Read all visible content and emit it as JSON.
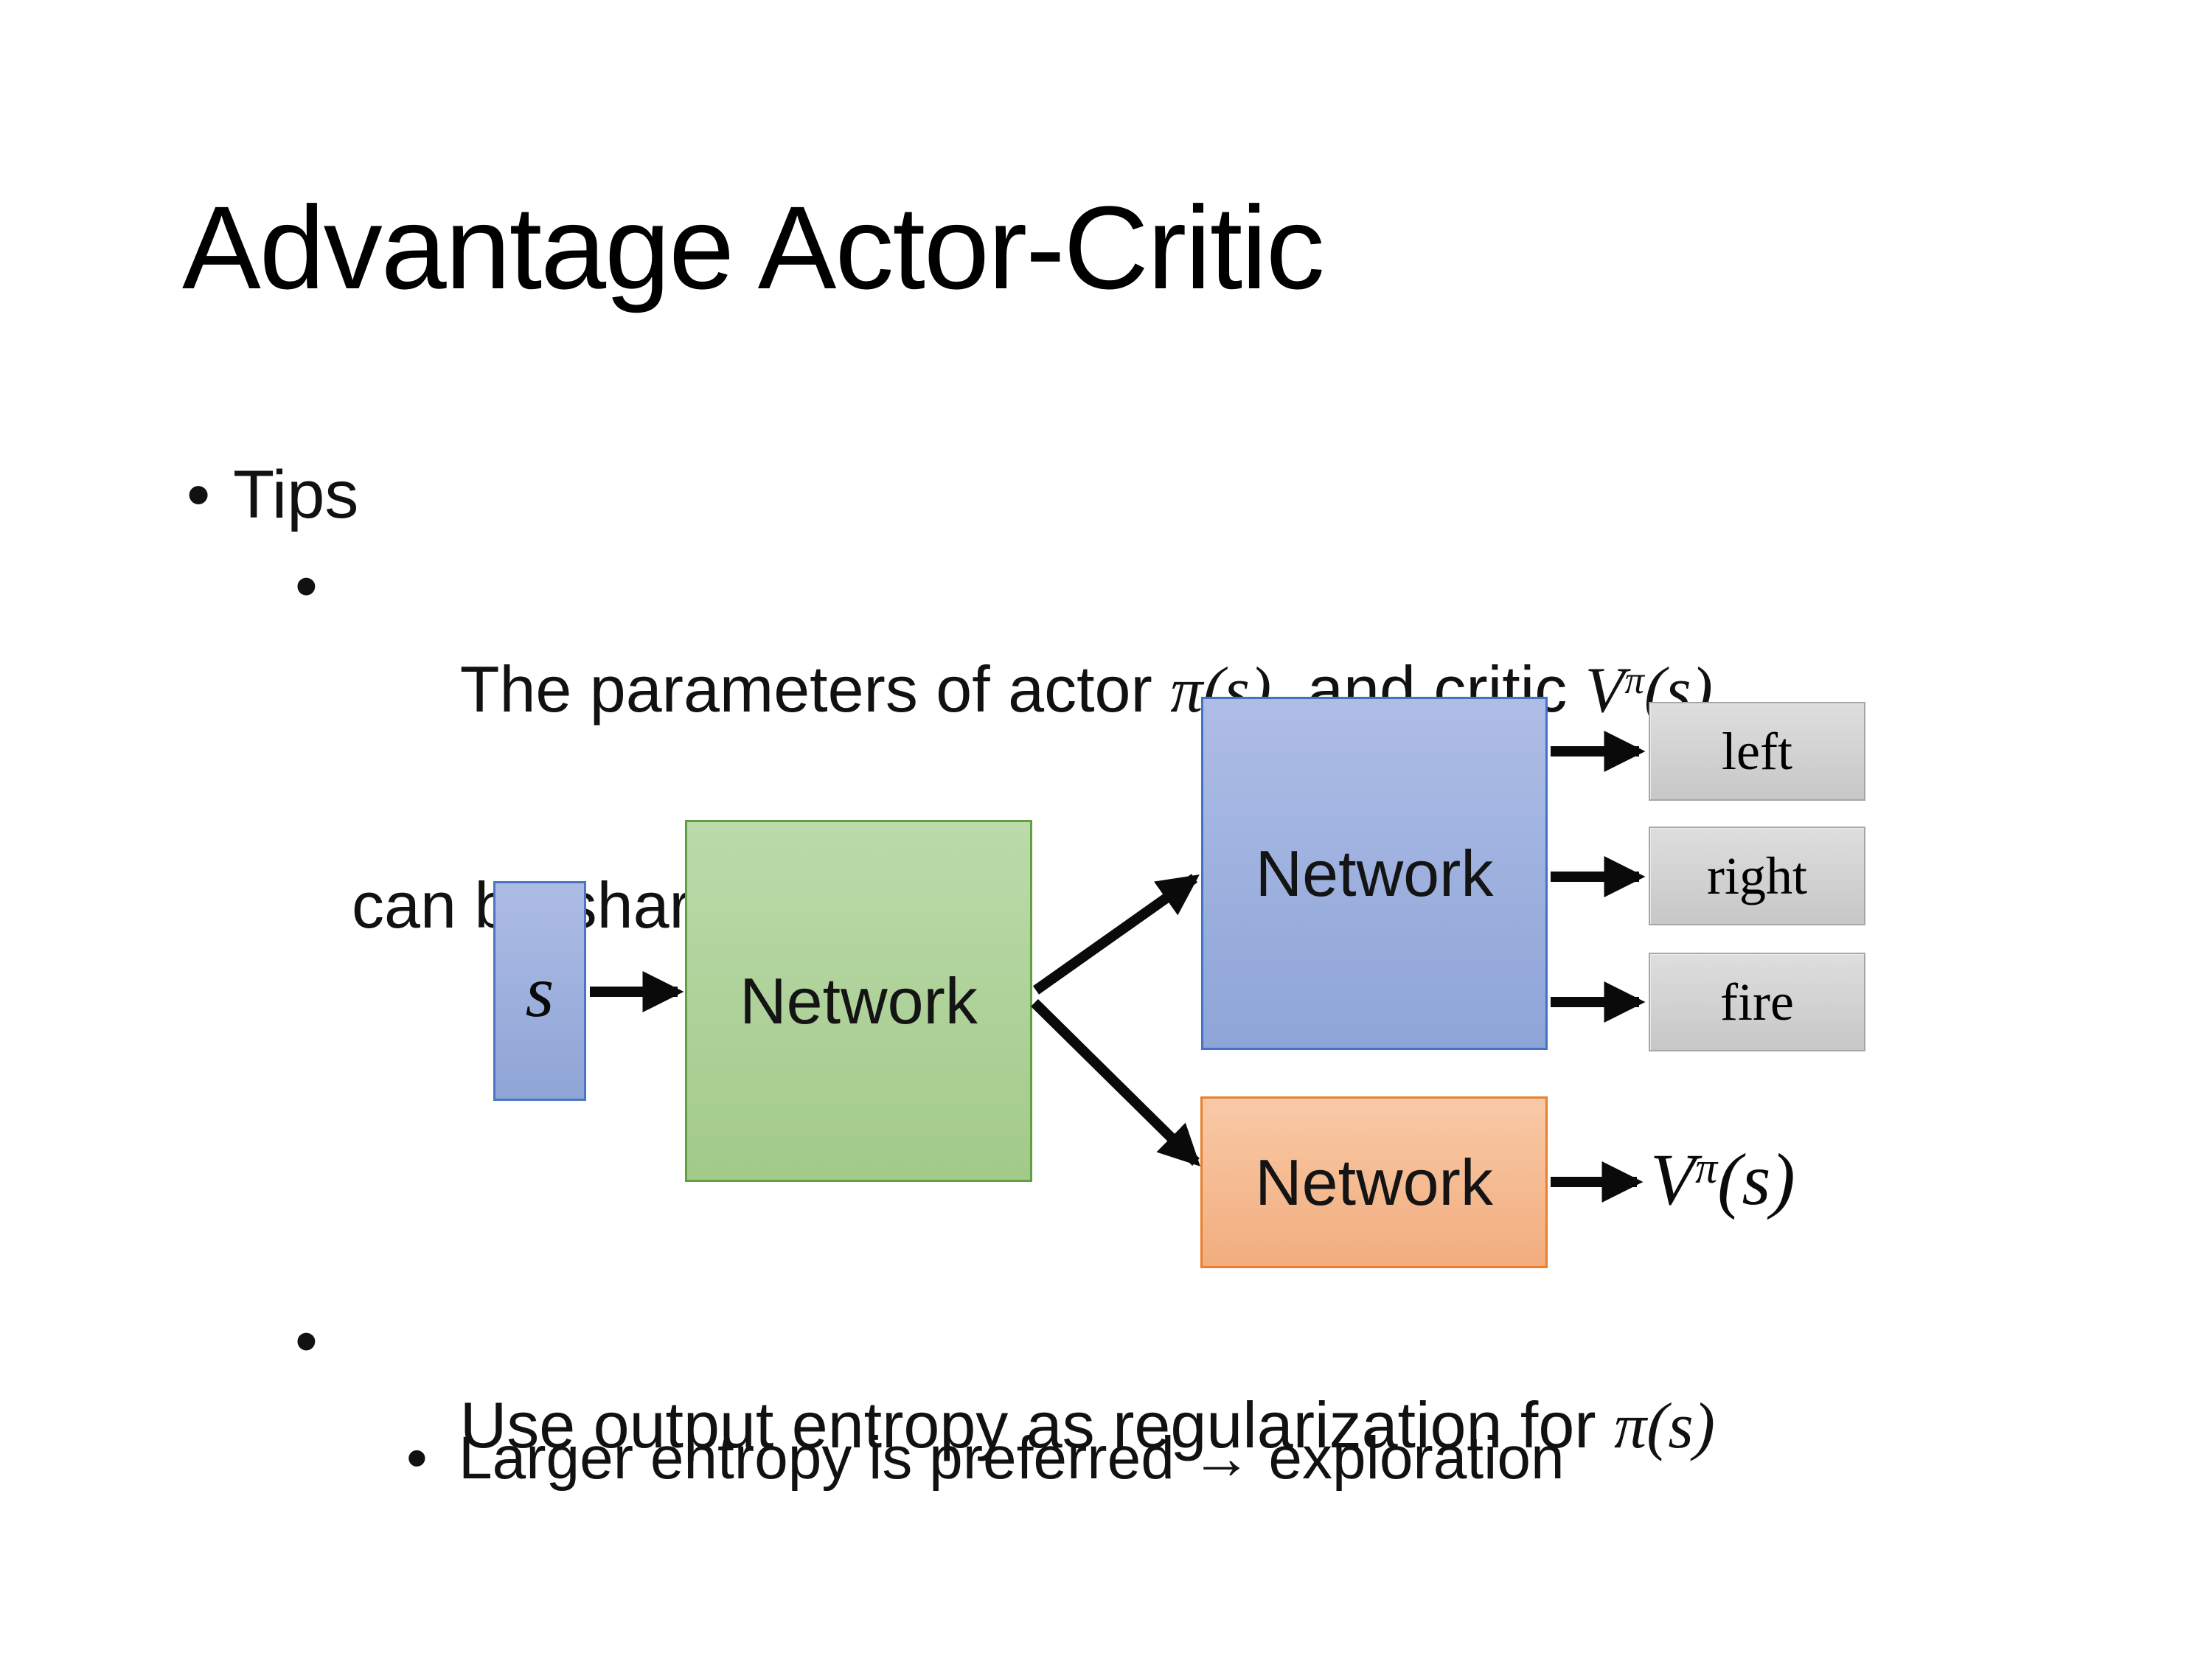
{
  "slide": {
    "title": "Advantage Actor-Critic",
    "bullet_char": "•",
    "bullets": {
      "tips_label": "Tips",
      "shared_line": {
        "t1": "The parameters of actor ",
        "pi_s": "π(s)",
        "t2": "  and critic ",
        "v": "V",
        "v_sup": "π",
        "v_args": "(s)",
        "line2": "can be shared"
      },
      "entropy_line": {
        "t1": "Use output entropy as regularization for ",
        "pi_s": "π(s)"
      },
      "exploration_line": "Larger entropy is preferred → exploration"
    },
    "diagram": {
      "input_label": "s",
      "shared_network_label": "Network",
      "actor_network_label": "Network",
      "critic_network_label": "Network",
      "actions": [
        "left",
        "right",
        "fire"
      ],
      "critic_output": {
        "v": "V",
        "sup": "π",
        "args": "(s)"
      }
    },
    "colors": {
      "input_fill": "#9FB3E0",
      "input_border": "#4B74C4",
      "shared_fill": "#ABCF93",
      "shared_border": "#61A03F",
      "actor_fill": "#9DB0DE",
      "actor_border": "#4472C4",
      "critic_fill": "#F5BA90",
      "critic_border": "#E8802C",
      "action_fill": "#D4D4D4",
      "action_border": "#A6A6A6",
      "arrow": "#0A0A0A",
      "text": "#111111",
      "background": "#FFFFFF"
    }
  }
}
